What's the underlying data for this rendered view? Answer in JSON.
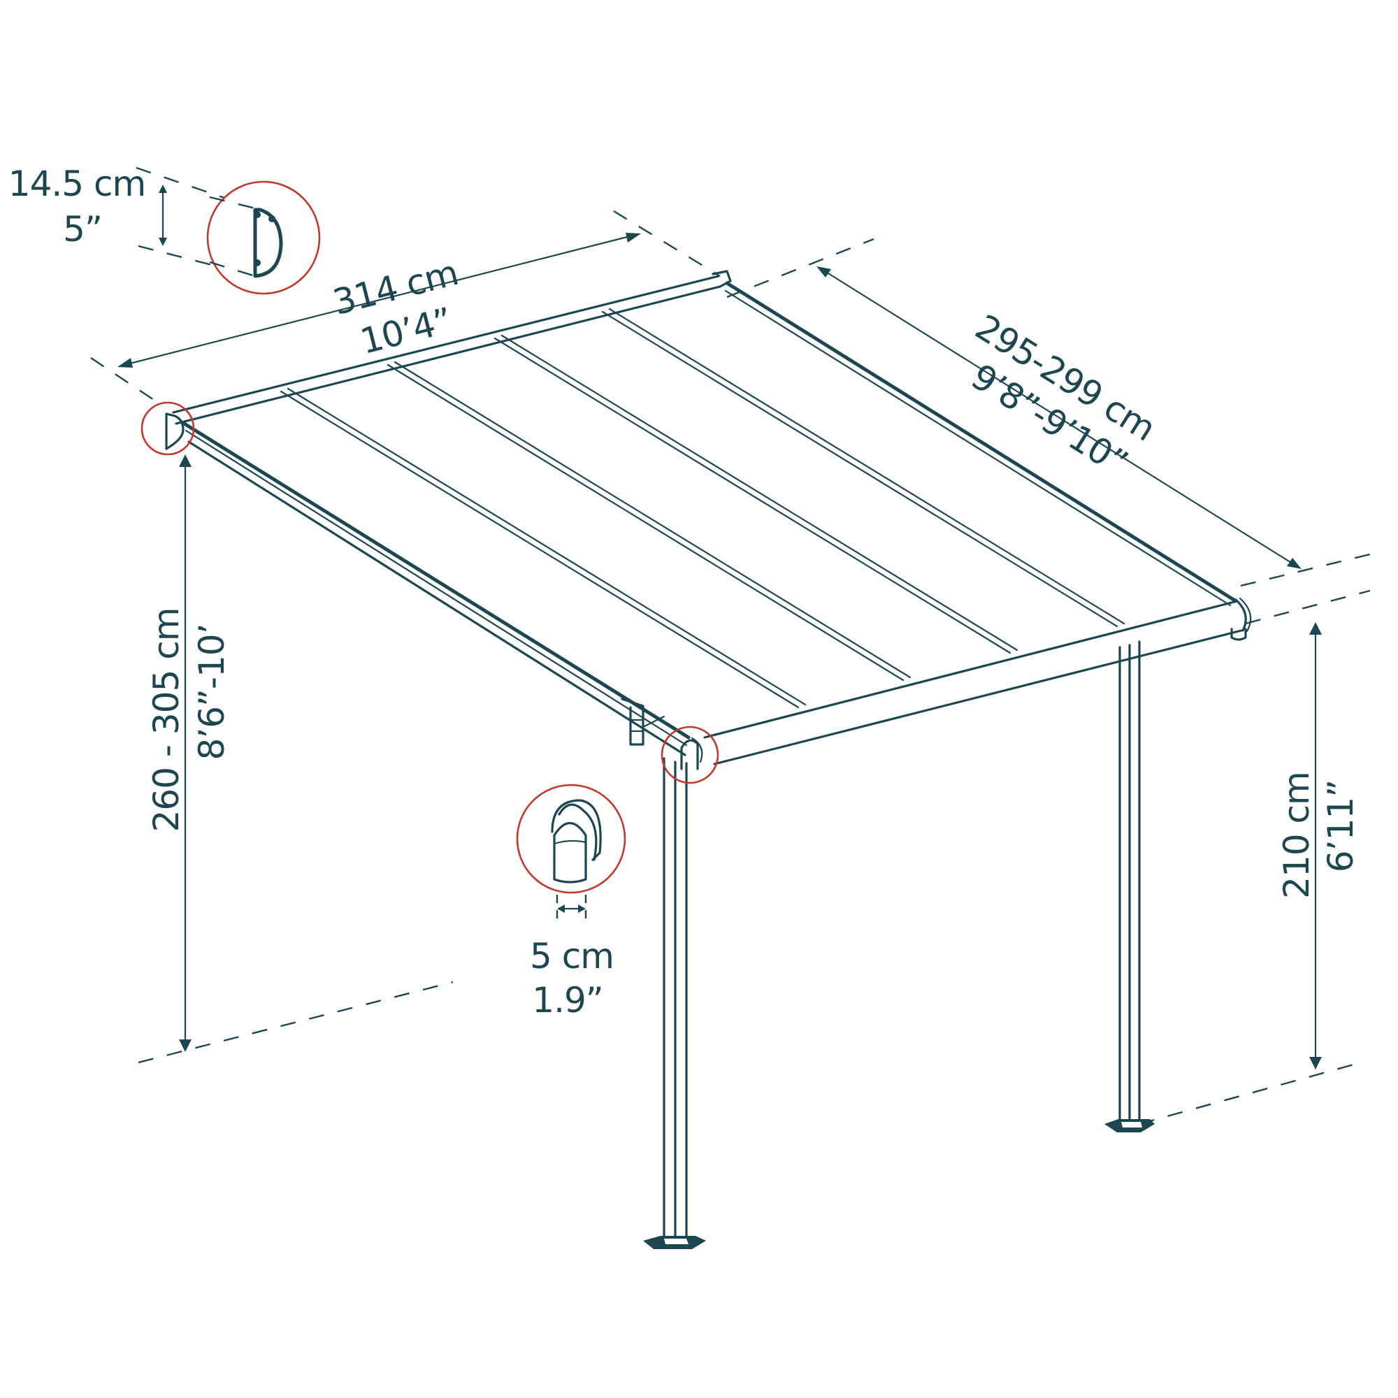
{
  "diagram": {
    "title": "Pergola / patio cover dimension drawing",
    "colors": {
      "line": "#1d4750",
      "detail_circle": "#c0392b",
      "background": "#ffffff"
    },
    "dimensions": {
      "profile_height": {
        "metric": "14.5 cm",
        "imperial": "5”"
      },
      "width": {
        "metric": "314 cm",
        "imperial": "10’4”"
      },
      "depth": {
        "metric": "295-299 cm",
        "imperial": "9’8”-9’10”"
      },
      "wall_height": {
        "metric": "260 - 305 cm",
        "imperial": "8’6”-10’"
      },
      "front_height": {
        "metric": "210 cm",
        "imperial": "6’11”"
      },
      "post_width": {
        "metric": "5 cm",
        "imperial": "1.9”"
      }
    },
    "detail_callouts": [
      {
        "name": "gutter-profile-detail",
        "description": "D-shaped wall profile"
      },
      {
        "name": "post-bracket-detail",
        "description": "post to beam connector"
      }
    ],
    "roof_panel_dividers": 5
  }
}
